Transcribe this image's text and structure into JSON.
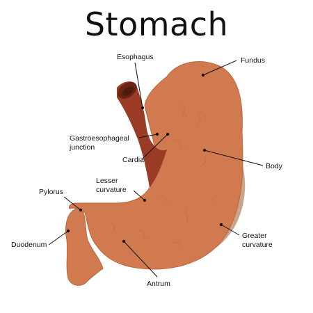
{
  "title": "Stomach",
  "labels": {
    "esophagus": "Esophagus",
    "fundus": "Fundus",
    "gastroesophageal_line1": "Gastroesophageal",
    "gastroesophageal_line2": "junction",
    "cardia": "Cardia",
    "body": "Body",
    "lesser_line1": "Lesser",
    "lesser_line2": "curvature",
    "pylorus": "Pylorus",
    "duodenum": "Duodenum",
    "greater_line1": "Greater",
    "greater_line2": "curvature",
    "antrum": "Antrum"
  },
  "colors": {
    "stomach": "#d17a4f",
    "stomach_shadow": "#b9663f",
    "esophagus": "#9a3b26",
    "esophagus_inner": "#6b2414",
    "outer_band": "#c7a78c",
    "line": "#111111"
  }
}
